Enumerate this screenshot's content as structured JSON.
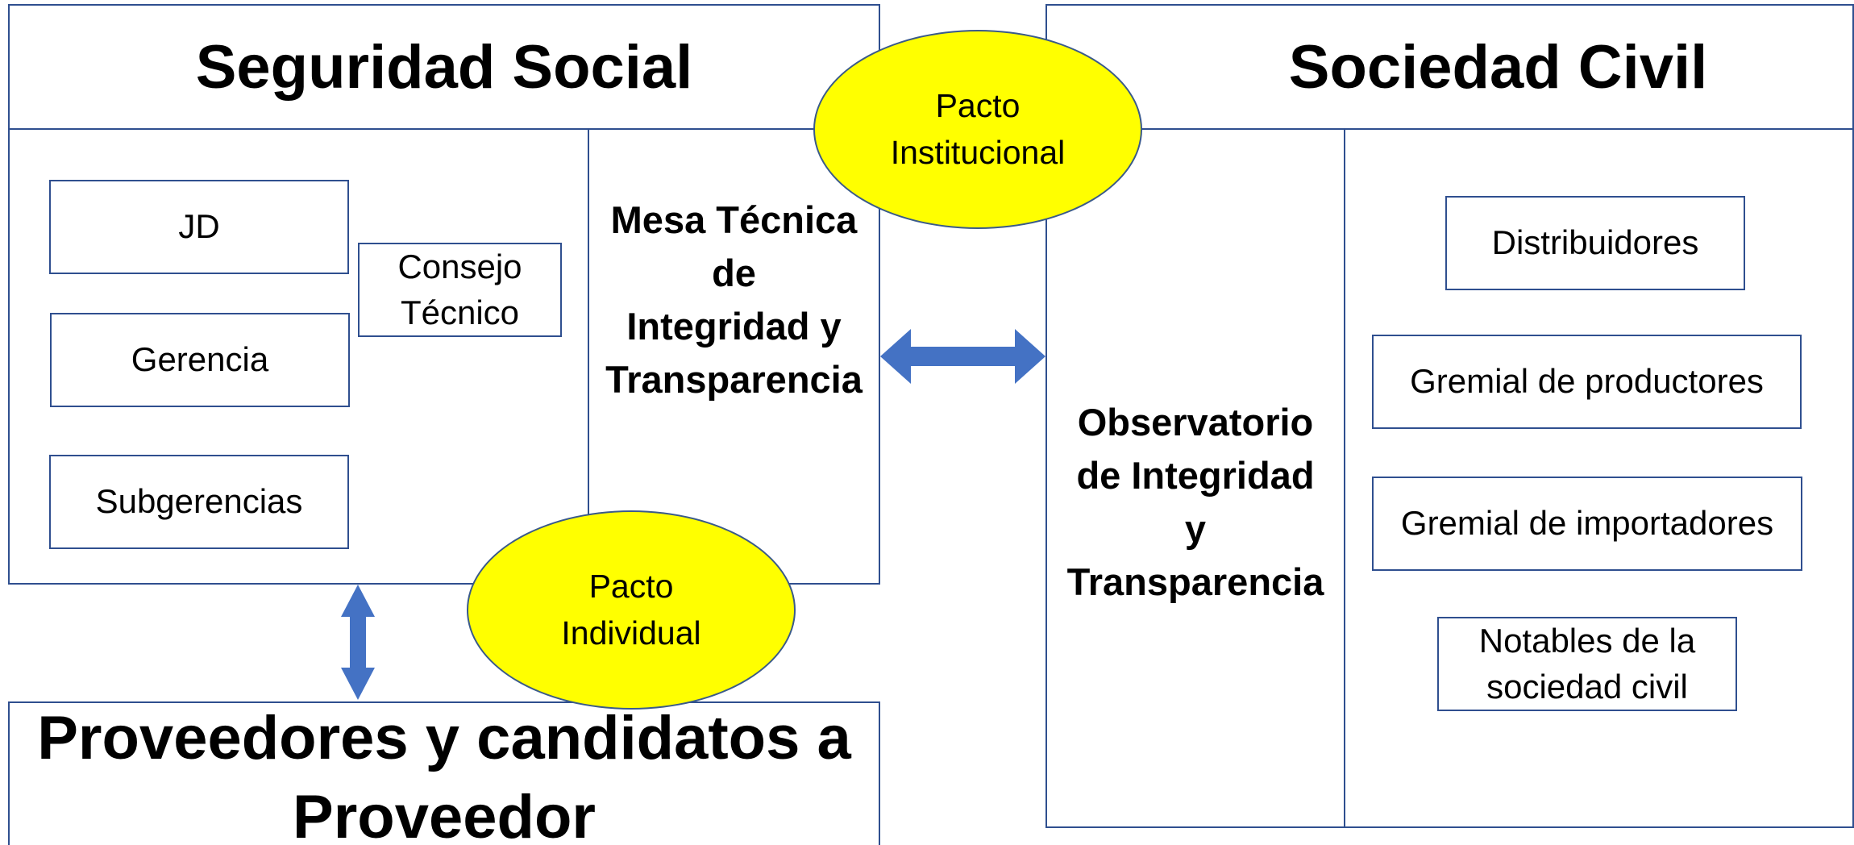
{
  "seguridad": {
    "title": "Seguridad Social",
    "items": {
      "jd": "JD",
      "gerencia": "Gerencia",
      "subgerencias": "Subgerencias",
      "consejo_l1": "Consejo",
      "consejo_l2": "Técnico"
    },
    "mesa_lines": [
      "Mesa Técnica",
      "de",
      "Integridad y",
      "Transparencia"
    ]
  },
  "sociedad": {
    "title": "Sociedad Civil",
    "observatorio_lines": [
      "Observatorio",
      "de Integridad",
      "y",
      "Transparencia"
    ],
    "items": {
      "distribuidores": "Distribuidores",
      "gremial_productores": "Gremial de productores",
      "gremial_importadores": "Gremial de importadores",
      "notables_l1": "Notables de la",
      "notables_l2": "sociedad civil"
    }
  },
  "proveedores": {
    "line1": "Proveedores y candidatos a",
    "line2": "Proveedor"
  },
  "pactos": {
    "institucional": [
      "Pacto",
      "Institucional"
    ],
    "individual": [
      "Pacto",
      "Individual"
    ]
  },
  "colors": {
    "border": "#2f4f8f",
    "arrow": "#4472c4",
    "pacto_fill": "#ffff00"
  }
}
